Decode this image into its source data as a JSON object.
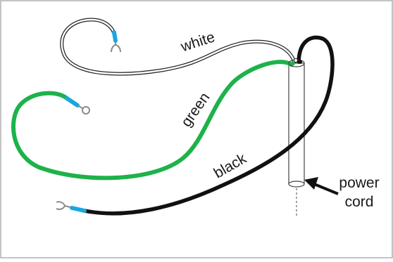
{
  "diagram": {
    "labels": {
      "white": "white",
      "green": "green",
      "black": "black",
      "power": "power",
      "cord": "cord"
    },
    "colors": {
      "border": "#b0b0b0",
      "white_wire_outline": "#222222",
      "white_wire_fill": "#ffffff",
      "green_wire": "#1db24a",
      "black_wire": "#111111",
      "insulation_tip": "#19a7e0",
      "terminal": "#8a8a8a",
      "cord_outline": "#444444",
      "arrow": "#111111"
    },
    "icons": {
      "white_terminal": "spade-terminal-icon",
      "green_terminal": "ring-terminal-icon",
      "black_terminal": "spade-terminal-icon"
    }
  }
}
